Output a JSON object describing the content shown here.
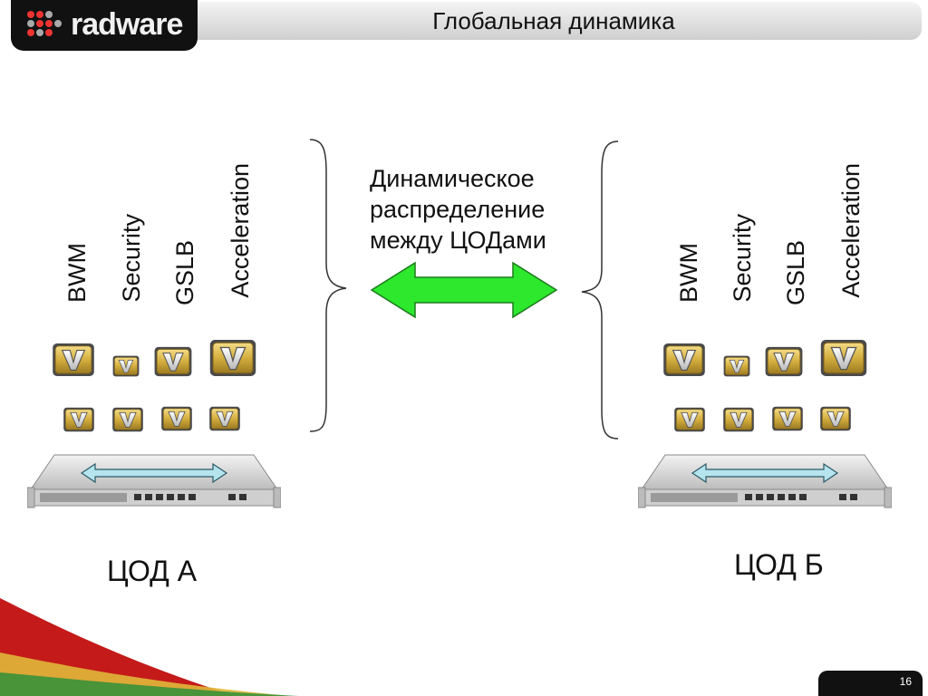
{
  "header": {
    "title": "Глобальная динамика"
  },
  "logo": {
    "text": "radware"
  },
  "datacenter_a": {
    "labels": [
      "BWM",
      "Security",
      "GSLB",
      "Acceleration"
    ],
    "name": "ЦОД А"
  },
  "datacenter_b": {
    "labels": [
      "BWM",
      "Security",
      "GSLB",
      "Acceleration"
    ],
    "name": "ЦОД Б"
  },
  "center": {
    "lines": [
      "Динамическое",
      "распределение",
      "между ЦОДами"
    ]
  },
  "icons": {
    "v_badge": "v-logo-icon",
    "device": "server-appliance-icon",
    "arrow": "double-arrow-icon"
  },
  "colors": {
    "arrow_green": "#2ee82e",
    "badge_gold": "#d9b64a",
    "header_bg": "#dcdcdc",
    "footer_red": "#c41a1a"
  },
  "footer": {
    "page_number": "16"
  }
}
